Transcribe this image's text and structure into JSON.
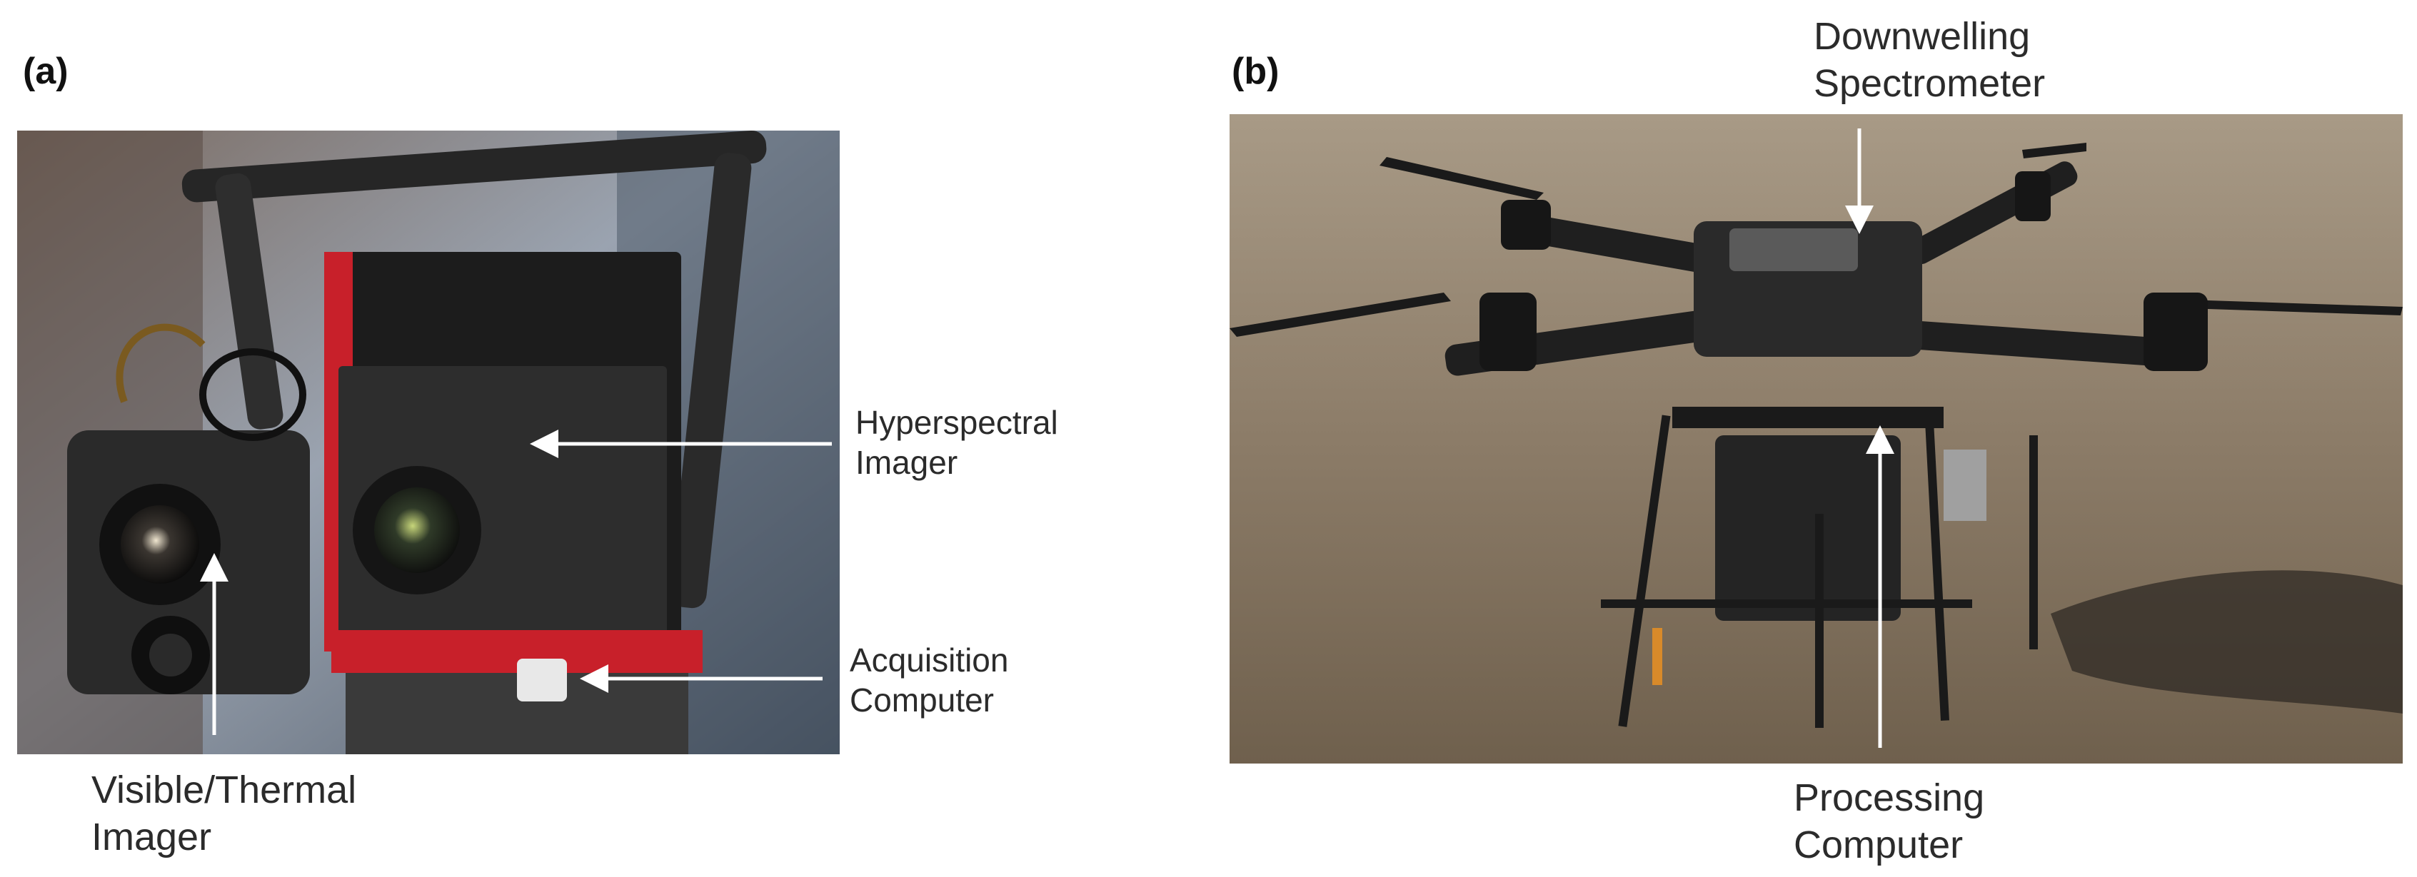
{
  "panel_a": {
    "label": "(a)",
    "callouts": {
      "hyperspectral": "Hyperspectral\nImager",
      "acquisition": "Acquisition\nComputer",
      "visible_thermal": "Visible/Thermal\nImager"
    }
  },
  "panel_b": {
    "label": "(b)",
    "callouts": {
      "downwelling": "Downwelling\nSpectrometer",
      "processing": "Processing\nComputer"
    }
  },
  "colors": {
    "arrow": "#ffffff",
    "text": "#2b2b2b",
    "sensor_red": "#c8202a",
    "grass": "#8c7c68"
  }
}
